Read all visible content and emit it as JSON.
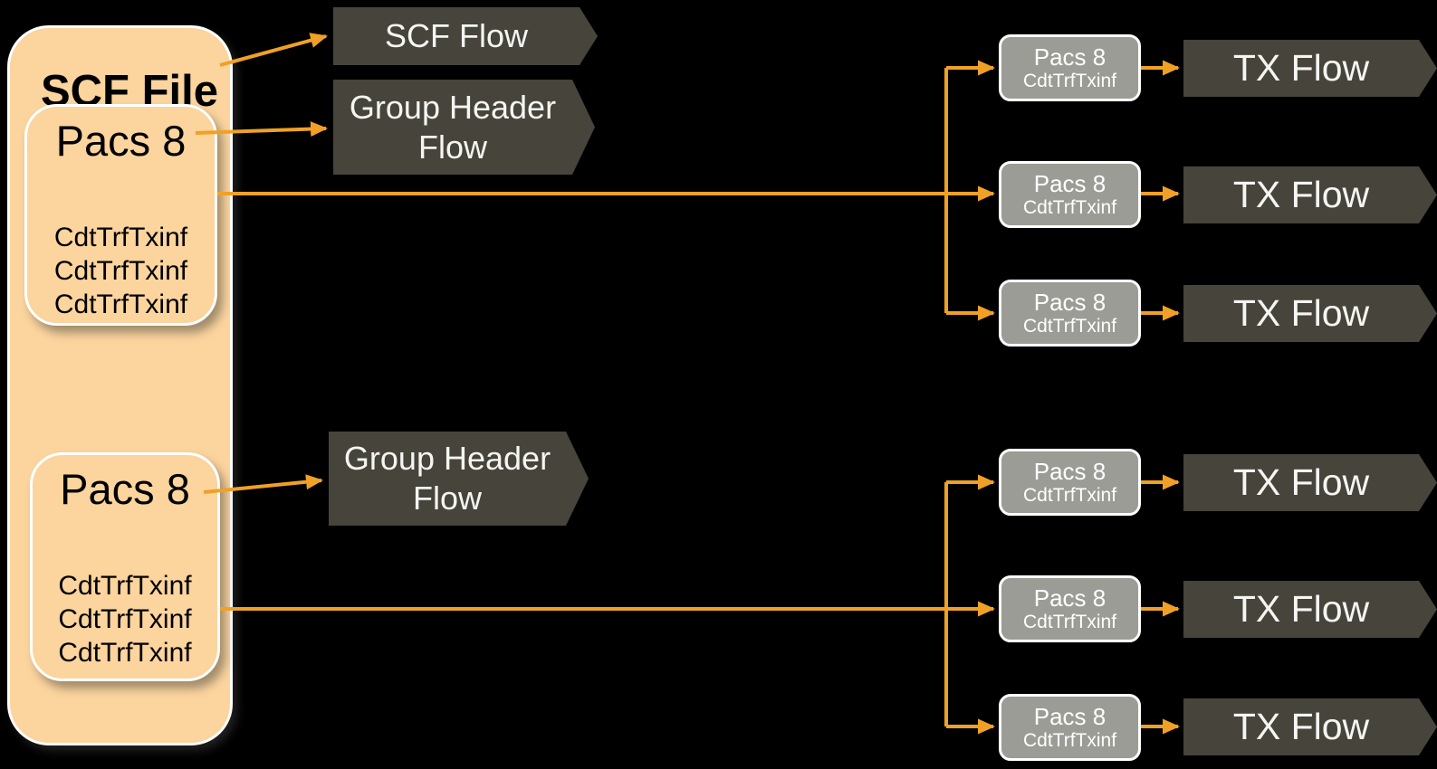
{
  "colors": {
    "background": "#000000",
    "file_fill": "#FBD49E",
    "flow_fill": "#46443B",
    "node_fill": "#9C9C96",
    "node_border": "#FFFFFF",
    "arrow": "#F0A125",
    "text_dark": "#000000",
    "text_light": "#FFFFFF"
  },
  "left": {
    "title": "SCF File",
    "batches": [
      {
        "title": "Pacs 8",
        "transactions": [
          "CdtTrfTxinf",
          "CdtTrfTxinf",
          "CdtTrfTxinf"
        ]
      },
      {
        "title": "Pacs 8",
        "transactions": [
          "CdtTrfTxinf",
          "CdtTrfTxinf",
          "CdtTrfTxinf"
        ]
      }
    ]
  },
  "flows": {
    "scf_flow_label": "SCF Flow",
    "group_header_flow_label": "Group Header Flow"
  },
  "right_groups": [
    {
      "rows": [
        {
          "title": "Pacs 8",
          "subtitle": "CdtTrfTxinf",
          "flow_label": "TX Flow"
        },
        {
          "title": "Pacs 8",
          "subtitle": "CdtTrfTxinf",
          "flow_label": "TX Flow"
        },
        {
          "title": "Pacs 8",
          "subtitle": "CdtTrfTxinf",
          "flow_label": "TX Flow"
        }
      ]
    },
    {
      "rows": [
        {
          "title": "Pacs 8",
          "subtitle": "CdtTrfTxinf",
          "flow_label": "TX Flow"
        },
        {
          "title": "Pacs 8",
          "subtitle": "CdtTrfTxinf",
          "flow_label": "TX Flow"
        },
        {
          "title": "Pacs 8",
          "subtitle": "CdtTrfTxinf",
          "flow_label": "TX Flow"
        }
      ]
    }
  ]
}
